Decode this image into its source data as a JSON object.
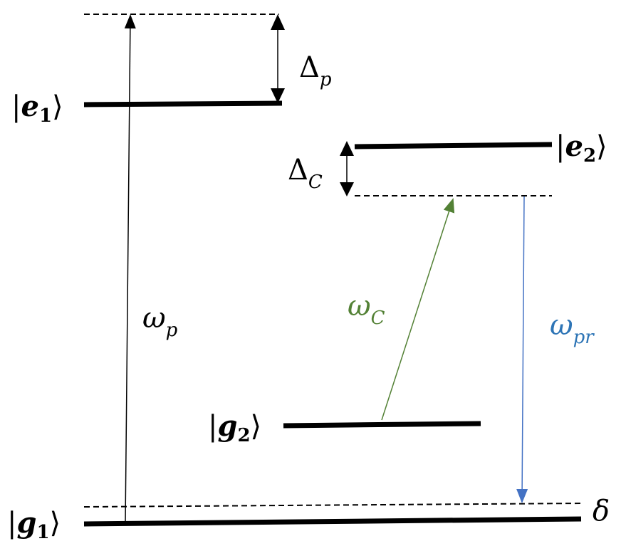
{
  "levels": {
    "e1": {
      "bra": "|",
      "name": "e",
      "index": "1",
      "ket": "⟩"
    },
    "e2": {
      "bra": "|",
      "name": "e",
      "index": "2",
      "ket": "⟩"
    },
    "g1": {
      "bra": "|",
      "name": "g",
      "index": "1",
      "ket": "⟩"
    },
    "g2": {
      "bra": "|",
      "name": "g",
      "index": "2",
      "ket": "⟩"
    }
  },
  "detunings": {
    "probe": {
      "symbol": "Δ",
      "sub": "p"
    },
    "coupling": {
      "symbol": "Δ",
      "sub": "C"
    },
    "two_photon": {
      "symbol": "δ"
    }
  },
  "fields": {
    "probe": {
      "symbol": "ω",
      "sub": "p",
      "color": "#000000"
    },
    "coupling": {
      "symbol": "ω",
      "sub": "C",
      "color": "#538135"
    },
    "probe_response": {
      "symbol": "ω",
      "sub": "pr",
      "color": "#2E75B6"
    }
  },
  "colors": {
    "line": "#000000",
    "coupling_arrow": "#538135",
    "response_arrow": "#4472C4"
  }
}
